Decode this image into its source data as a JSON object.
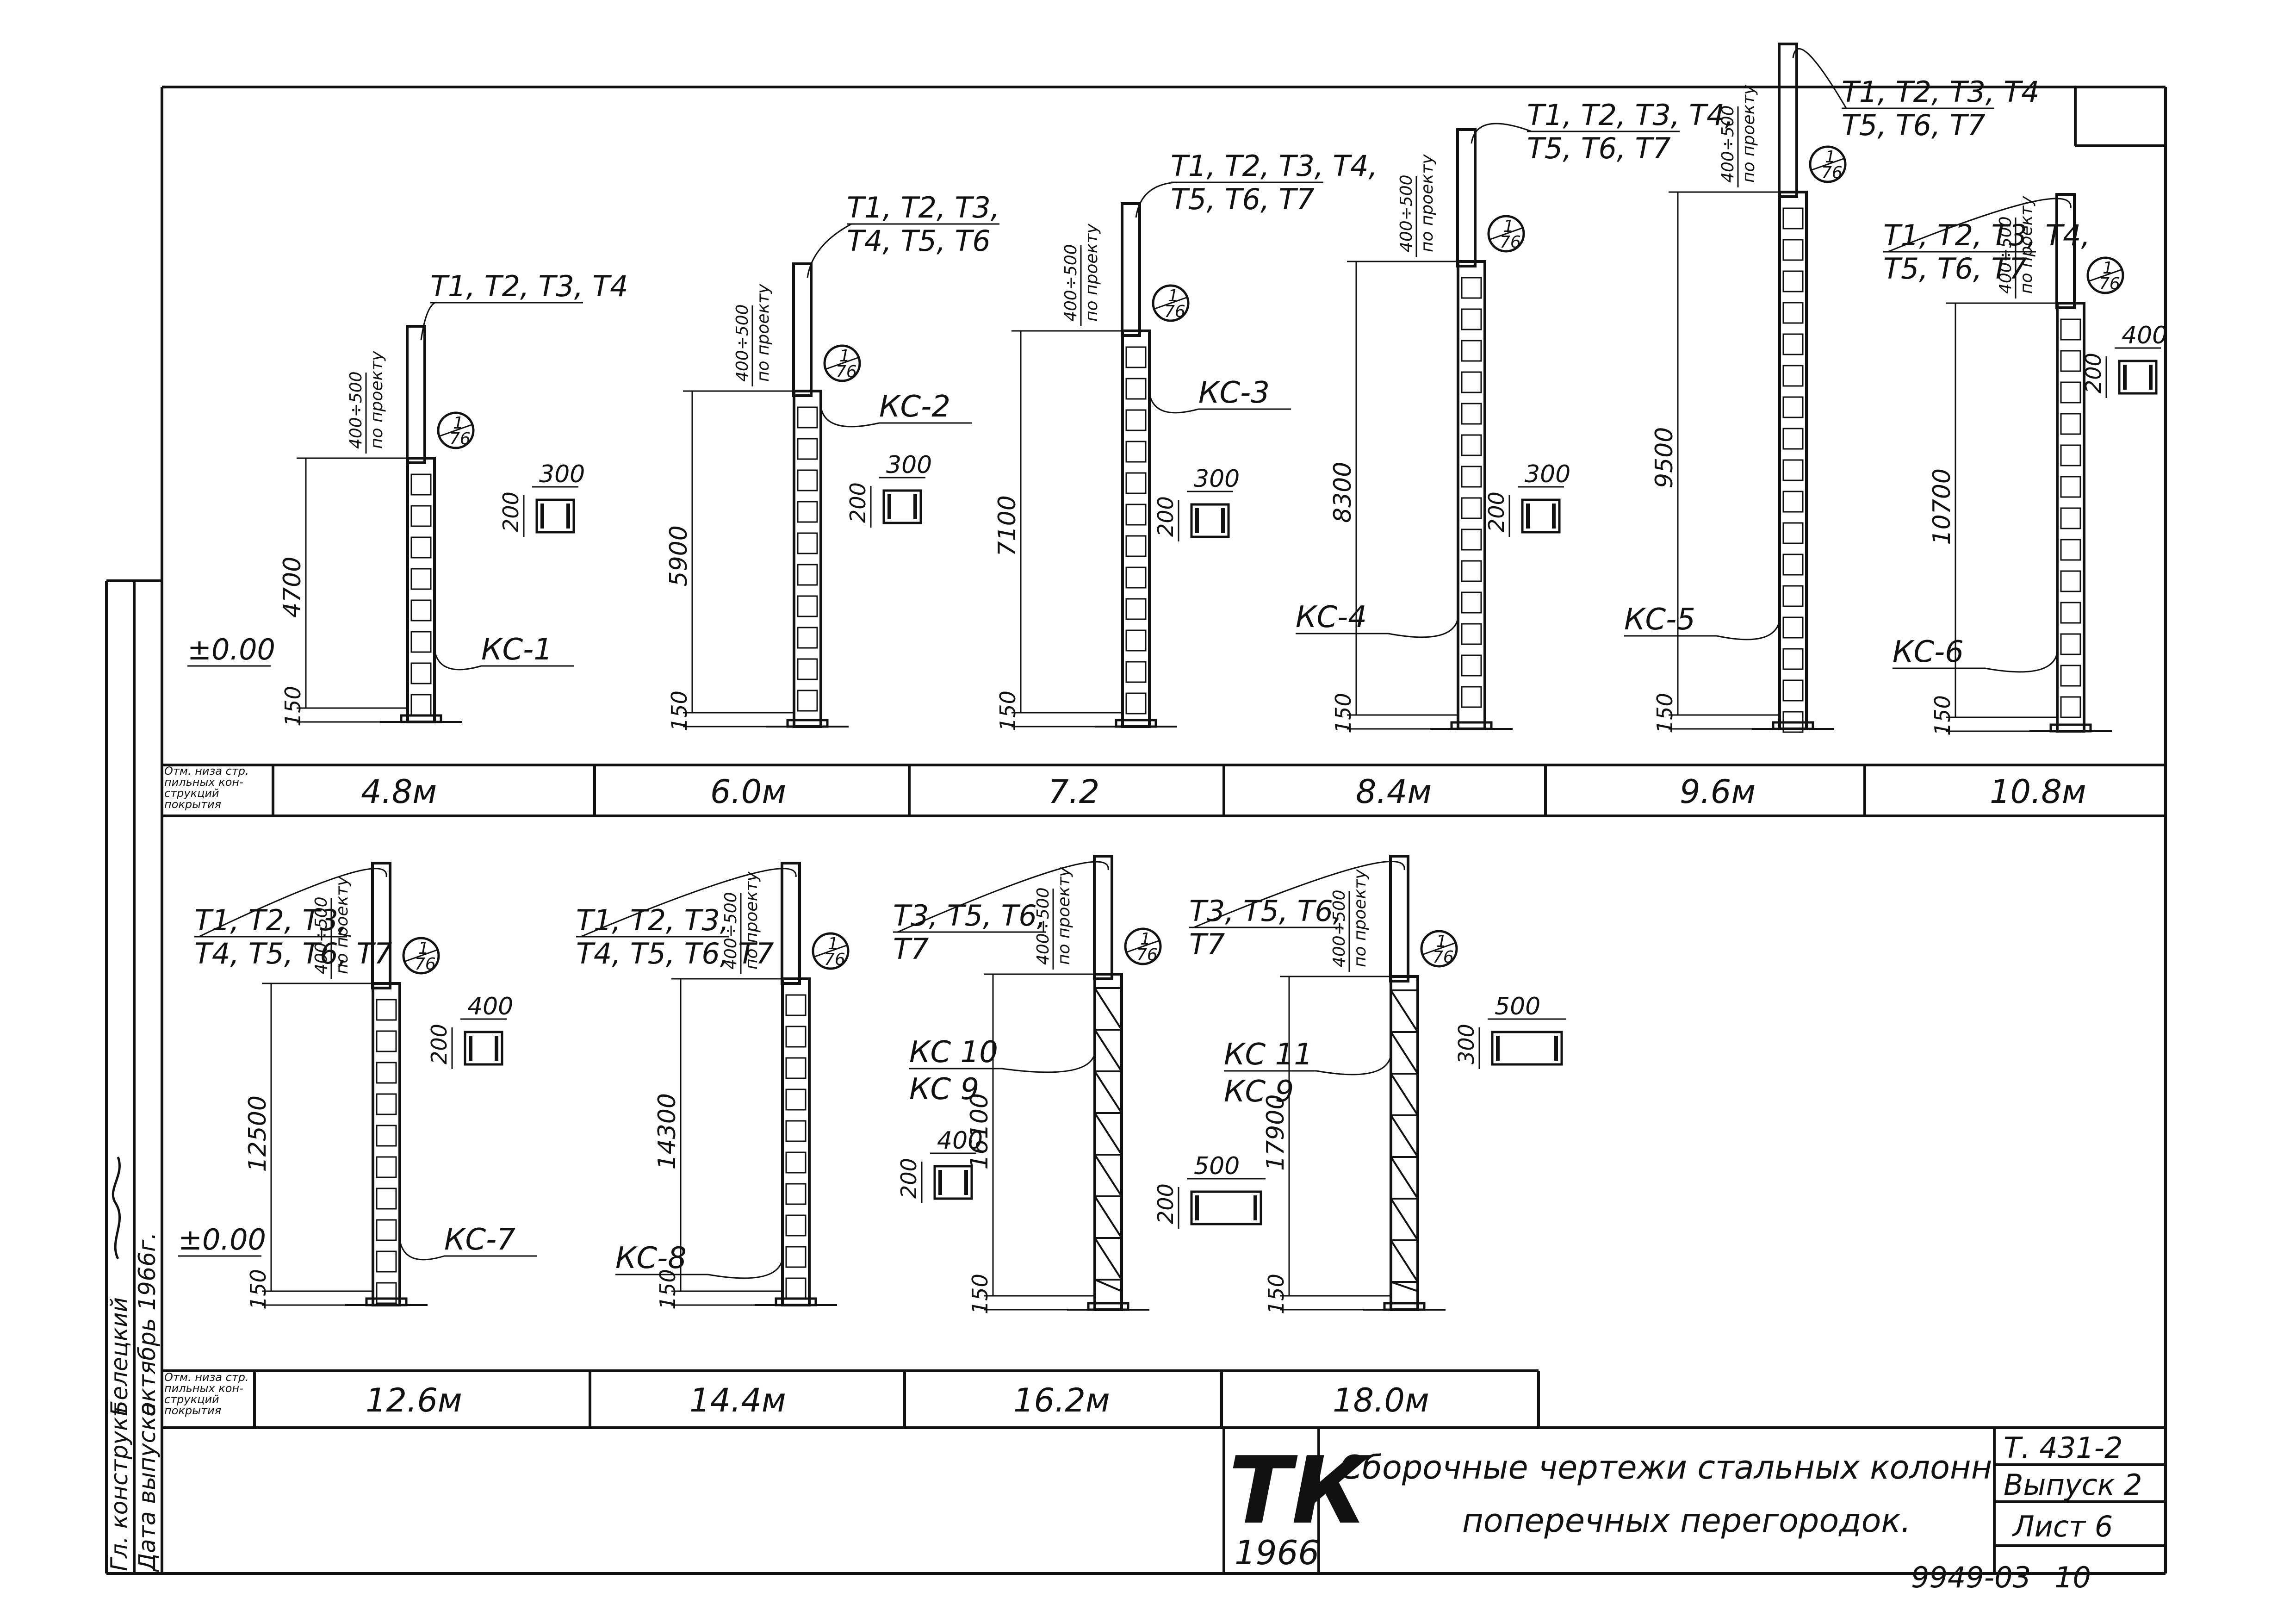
{
  "columns": [
    {
      "mark": "КС-1",
      "tags": [
        "Т1, Т2, Т3, Т4"
      ],
      "height": "4700",
      "range": "400÷500",
      "note": "по проекту",
      "base": "150",
      "w": "300",
      "d": "200",
      "level": "±0.00"
    },
    {
      "mark": "КС-2",
      "tags": [
        "Т1, Т2, Т3,",
        "Т4, Т5, Т6"
      ],
      "height": "5900",
      "range": "400÷500",
      "note": "по проекту",
      "base": "150",
      "w": "300",
      "d": "200"
    },
    {
      "mark": "КС-3",
      "tags": [
        "Т1, Т2, Т3, Т4,",
        "Т5, Т6, Т7"
      ],
      "height": "7100",
      "range": "400÷500",
      "note": "по проекту",
      "base": "150",
      "w": "300",
      "d": "200"
    },
    {
      "mark": "КС-4",
      "tags": [
        "Т1, Т2, Т3, Т4,",
        "Т5, Т6, Т7"
      ],
      "height": "8300",
      "range": "400÷500",
      "note": "по проекту",
      "base": "150",
      "w": "300",
      "d": "200"
    },
    {
      "mark": "КС-5",
      "tags": [
        "Т1, Т2, Т3, Т4",
        "Т5, Т6, Т7"
      ],
      "height": "9500",
      "range": "400÷500",
      "note": "по проекту",
      "base": "150"
    },
    {
      "mark": "КС-6",
      "tags": [
        "Т1, Т2, Т3, Т4,",
        "Т5, Т6, Т7"
      ],
      "height": "10700",
      "range": "400÷500",
      "note": "по проекту",
      "base": "150",
      "w": "400",
      "d": "200"
    },
    {
      "mark": "КС-7",
      "tags": [
        "Т1, Т2, Т3,",
        "Т4, Т5, Т6, Т7"
      ],
      "height": "12500",
      "range": "400÷500",
      "note": "по проекту",
      "base": "150",
      "w": "400",
      "d": "200",
      "level": "±0.00"
    },
    {
      "mark": "КС-8",
      "tags": [
        "Т1, Т2, Т3,",
        "Т4, Т5, Т6, Т7"
      ],
      "height": "14300",
      "range": "400÷500",
      "note": "по проекту",
      "base": "150"
    },
    {
      "mark": "КС 10",
      "mark2": "КС 9",
      "tags": [
        "Т3, Т5, Т6,",
        "Т7"
      ],
      "height": "16100",
      "range": "400÷500",
      "note": "по проекту",
      "base": "150",
      "w": "400",
      "d": "200"
    },
    {
      "mark": "КС 11",
      "mark2": "КС 9",
      "tags": [
        "Т3, Т5, Т6,",
        "Т7"
      ],
      "height": "17900",
      "range": "400÷500",
      "note": "по проекту",
      "base": "150",
      "w": "500",
      "d": "200",
      "w2": "500",
      "d2": "300"
    }
  ],
  "detail_ref": {
    "num": "1",
    "sheet": "76"
  },
  "row1": {
    "label": [
      "Отм. низа стр.",
      "пильных кон-",
      "струкций",
      "покрытия"
    ],
    "spans": [
      "4.8м",
      "6.0м",
      "7.2",
      "8.4м",
      "9.6м",
      "10.8м"
    ]
  },
  "row2": {
    "label": [
      "Отм. низа стр.",
      "пильных кон-",
      "струкций",
      "покрытия"
    ],
    "spans": [
      "12.6м",
      "14.4м",
      "16.2м",
      "18.0м"
    ]
  },
  "side": {
    "role1": "Гл. конструкт",
    "name1": "Белецкий",
    "role2": "Дата выпуска",
    "date": "октябрь 1966г."
  },
  "stamp": {
    "tk": "ТК",
    "year": "1966",
    "title1": "Сборочные чертежи стальных колонн",
    "title2": "поперечных перегородок.",
    "series": "Т. 431-2",
    "issue": "Выпуск 2",
    "sheet": "Лист 6"
  },
  "footer": {
    "code": "9949-03",
    "page": "10"
  }
}
